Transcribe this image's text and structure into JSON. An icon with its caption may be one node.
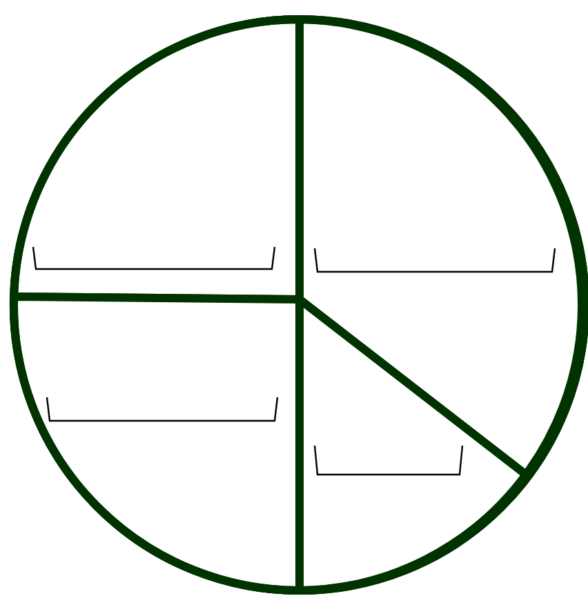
{
  "diagram": {
    "nodes": [
      {
        "text": [],
        "shape": "circle"
      },
      {
        "text": [],
        "shape": "wedge",
        "in": 0
      },
      {
        "text": [],
        "shape": "wedge",
        "in": 0
      },
      {
        "text": [],
        "shape": "wedge",
        "in": 0
      },
      {
        "text": [],
        "shape": "wedge",
        "in": 0
      }
    ]
  }
}
